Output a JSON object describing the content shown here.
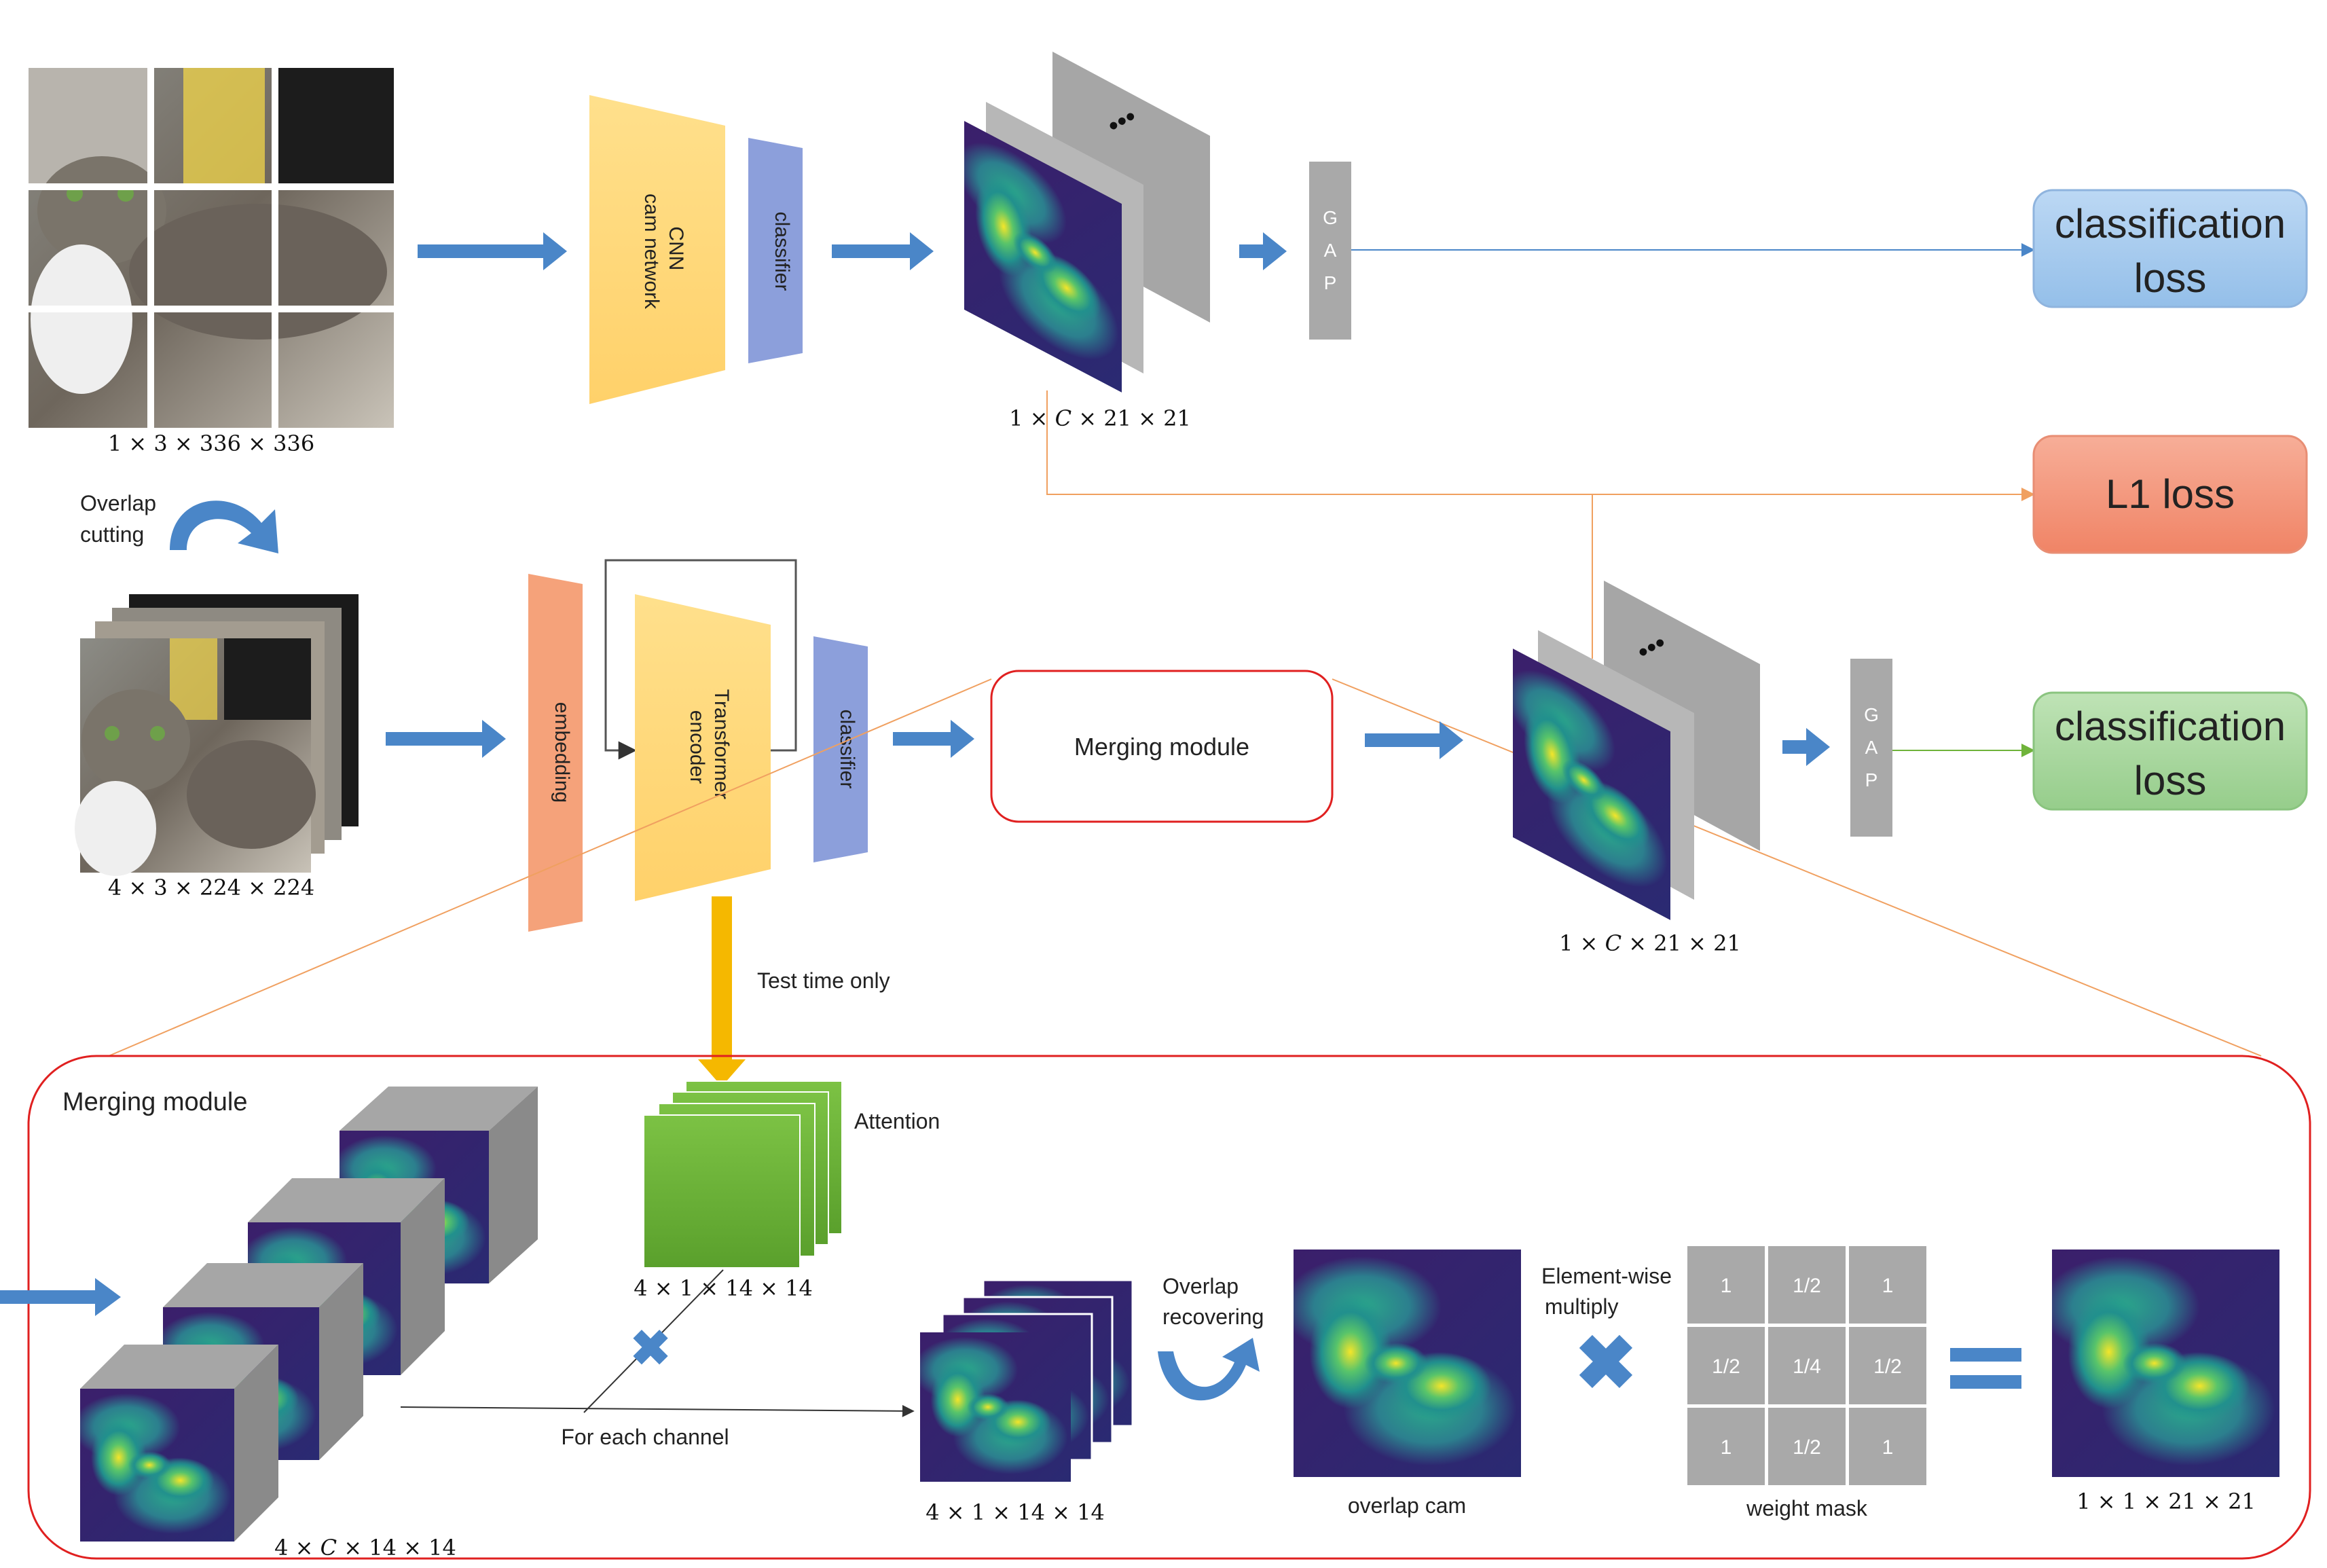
{
  "colors": {
    "arrow_blue": "#4a86c8",
    "cnn_yellow": "#ffd97a",
    "classifier_purple": "#8c9fdb",
    "embedding_orange": "#f5a27a",
    "gap_gray": "#a9a9a9",
    "loss_blue": "#a9ccef",
    "loss_red": "#f49a80",
    "loss_green": "#a9d7a0",
    "attention_green": "#6fb33a",
    "merge_border": "#e02020",
    "orange_line": "#f0a060",
    "test_arrow": "#f5b800"
  },
  "top_branch": {
    "input_dim": "1 × 3 × 336 × 336",
    "cnn_label_1": "CNN",
    "cnn_label_2": "cam network",
    "classifier": "classifier",
    "dots": "•••",
    "cam_dim_pre": "1 × ",
    "cam_dim_c": "C",
    "cam_dim_post": " × 21 × 21",
    "gap_letters": [
      "G",
      "A",
      "P"
    ],
    "loss_line1": "classification",
    "loss_line2": "loss"
  },
  "l1_loss": "L1 loss",
  "overlap_cutting": [
    "Overlap",
    "cutting"
  ],
  "bottom_branch": {
    "input_dim": "4 × 3 × 224 × 224",
    "embedding": "embedding",
    "transformer_1": "Transformer",
    "transformer_2": "encoder",
    "classifier": "classifier",
    "merging_module": "Merging module",
    "dots": "•••",
    "cam_dim_pre": "1 × ",
    "cam_dim_c": "C",
    "cam_dim_post": " × 21 × 21",
    "gap_letters": [
      "G",
      "A",
      "P"
    ],
    "loss_line1": "classification",
    "loss_line2": "loss"
  },
  "test_time_only": "Test time only",
  "merge_detail": {
    "title": "Merging module",
    "cubes_dim_pre": "4 × ",
    "cubes_dim_c": "C",
    "cubes_dim_post": " × 14 × 14",
    "attention_label": "Attention",
    "attention_dim": "4 × 1 × 14 × 14",
    "for_each_channel": "For each channel",
    "stack_dim": "4 × 1 × 14 × 14",
    "overlap_recovering": [
      "Overlap",
      "recovering"
    ],
    "overlap_cam": "overlap cam",
    "element_wise": [
      "Element-wise",
      "multiply"
    ],
    "weight_mask_label": "weight mask",
    "weight_mask": [
      "1",
      "1/2",
      "1",
      "1/2",
      "1/4",
      "1/2",
      "1",
      "1/2",
      "1"
    ],
    "result_dim": "1 × 1 × 21 × 21"
  }
}
